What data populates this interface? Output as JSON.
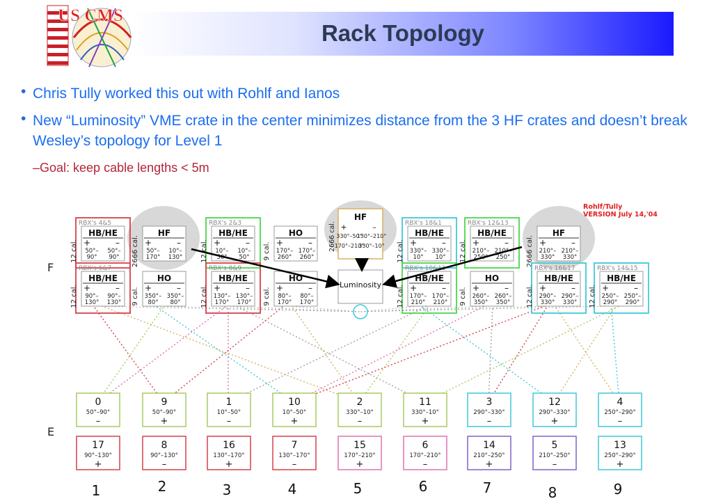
{
  "title": "Rack Topology",
  "logo_text": "US CMS",
  "bullets": [
    "Chris Tully worked this out with Rohlf and Ianos",
    "New “Luminosity” VME crate in the center minimizes distance from the 3 HF crates and doesn’t break Wesley’s topology for Level 1"
  ],
  "sub_bullet": "–Goal:  keep cable lengths < 5m",
  "diagram": {
    "version_note_1": "Rohlf/Tully",
    "version_note_2": "VERSION July 14,'04",
    "row_label_top": "F",
    "row_label_bottom": "E",
    "hf_center": {
      "name": "HF",
      "sub": "2666 cal.",
      "vals": [
        "330°–50°",
        "130°–210°",
        "170°–210°",
        "330°–10°"
      ]
    },
    "luminosity_label": "Luminosity",
    "top_crates": [
      {
        "name": "HB/HE",
        "cal": "12 cal.",
        "rbx": "RBX's 4&5",
        "plus": "50°–90°",
        "minus": "50°–90°"
      },
      {
        "name": "HF",
        "cal": "2666 cal.",
        "rbx": "",
        "plus": "50°–170°",
        "minus": "10°–130°"
      },
      {
        "name": "HB/HE",
        "cal": "12 cal.",
        "rbx": "RBX's 2&3",
        "plus": "10°–50°",
        "minus": "10°–50°"
      },
      {
        "name": "HO",
        "cal": "9 cal.",
        "rbx": "",
        "plus": "170°–260°",
        "minus": "170°–260°"
      },
      {
        "name": "HB/HE",
        "cal": "12 cal.",
        "rbx": "RBX's 18&1",
        "plus": "330°–10°",
        "minus": "330°–10°"
      },
      {
        "name": "HB/HE",
        "cal": "12 cal.",
        "rbx": "RBX's 12&13",
        "plus": "210°–250°",
        "minus": "210°–250°"
      },
      {
        "name": "HF",
        "cal": "2666 cal.",
        "rbx": "",
        "plus": "210°–330°",
        "minus": "210°–330°"
      }
    ],
    "mid_crates": [
      {
        "name": "HB/HE",
        "cal": "12 cal.",
        "rbx": "RBX's 6&7",
        "plus": "90°–130°",
        "minus": "90°–130°"
      },
      {
        "name": "HO",
        "cal": "9 cal.",
        "rbx": "",
        "plus": "350°–80°",
        "minus": "350°–80°"
      },
      {
        "name": "HB/HE",
        "cal": "12 cal.",
        "rbx": "RBX's 8&9",
        "plus": "130°–170°",
        "minus": "130°–170°"
      },
      {
        "name": "HO",
        "cal": "9 cal.",
        "rbx": "",
        "plus": "80°–170°",
        "minus": "80°–170°"
      },
      {
        "name": "HB/HE",
        "cal": "12 cal.",
        "rbx": "RBX's 10&11",
        "plus": "170°–210°",
        "minus": "170°–210°"
      },
      {
        "name": "HO",
        "cal": "9 cal.",
        "rbx": "",
        "plus": "260°–350°",
        "minus": "260°–350°"
      },
      {
        "name": "HB/HE",
        "cal": "12 cal.",
        "rbx": "RBX's 16&17",
        "plus": "290°–330°",
        "minus": "290°–330°"
      },
      {
        "name": "HB/HE",
        "cal": "12 cal.",
        "rbx": "RBX's 14&15",
        "plus": "250°–290°",
        "minus": "250°–290°"
      }
    ],
    "e_row1": [
      {
        "num": "0",
        "range": "50°–90°",
        "sign": "–"
      },
      {
        "num": "9",
        "range": "50°–90°",
        "sign": "+"
      },
      {
        "num": "1",
        "range": "10°–50°",
        "sign": "–"
      },
      {
        "num": "10",
        "range": "10°–50°",
        "sign": "+"
      },
      {
        "num": "2",
        "range": "330°–10°",
        "sign": "–"
      },
      {
        "num": "11",
        "range": "330°–10°",
        "sign": "+"
      },
      {
        "num": "3",
        "range": "290°–330°",
        "sign": "–"
      },
      {
        "num": "12",
        "range": "290°–330°",
        "sign": "+"
      },
      {
        "num": "4",
        "range": "250°–290°",
        "sign": "–"
      }
    ],
    "e_row2": [
      {
        "num": "17",
        "range": "90°–130°",
        "sign": "+"
      },
      {
        "num": "8",
        "range": "90°–130°",
        "sign": "–"
      },
      {
        "num": "16",
        "range": "130°–170°",
        "sign": "+"
      },
      {
        "num": "7",
        "range": "130°–170°",
        "sign": "–"
      },
      {
        "num": "15",
        "range": "170°–210°",
        "sign": "+"
      },
      {
        "num": "6",
        "range": "170°–210°",
        "sign": "–"
      },
      {
        "num": "14",
        "range": "210°–250°",
        "sign": "+"
      },
      {
        "num": "5",
        "range": "210°–250°",
        "sign": "–"
      },
      {
        "num": "13",
        "range": "250°–290°",
        "sign": "+"
      }
    ],
    "column_numbers": [
      "1",
      "2",
      "3",
      "4",
      "5",
      "6",
      "7",
      "8",
      "9"
    ],
    "colors": {
      "red": "#d6404a",
      "green": "#4cd64c",
      "cyan": "#40c8d8",
      "grey": "#a0a0a0",
      "gold": "#d8b060",
      "lightgreen": "#a6cc60",
      "pink": "#e070b0",
      "purple": "#8060c8"
    }
  }
}
